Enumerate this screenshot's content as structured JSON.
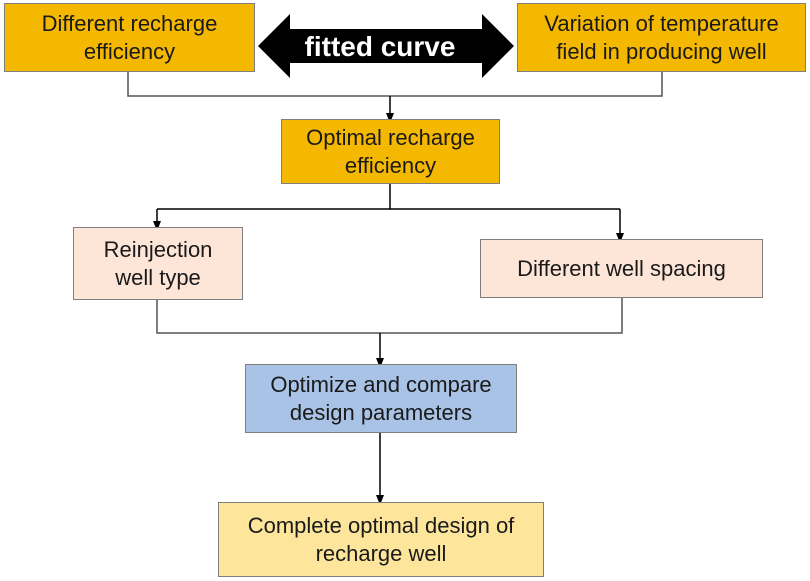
{
  "nodes": {
    "recharge_eff": {
      "lines": [
        "Different recharge",
        "efficiency"
      ]
    },
    "temp_field": {
      "lines": [
        "Variation of temperature",
        "field in producing well"
      ]
    },
    "optimal": {
      "lines": [
        "Optimal recharge",
        "efficiency"
      ]
    },
    "reinjection": {
      "lines": [
        "Reinjection",
        "well type"
      ]
    },
    "spacing": {
      "lines": [
        "Different well spacing"
      ]
    },
    "optimize": {
      "lines": [
        "Optimize and compare",
        "design parameters"
      ]
    },
    "complete": {
      "lines": [
        "Complete optimal design of",
        "recharge well"
      ]
    }
  },
  "arrow": {
    "label": "fitted curve"
  },
  "colors": {
    "orange": "#f5b800",
    "peach": "#fde6d8",
    "blue": "#a9c3e6",
    "light_yellow": "#fde69b",
    "arrow": "#000000"
  }
}
